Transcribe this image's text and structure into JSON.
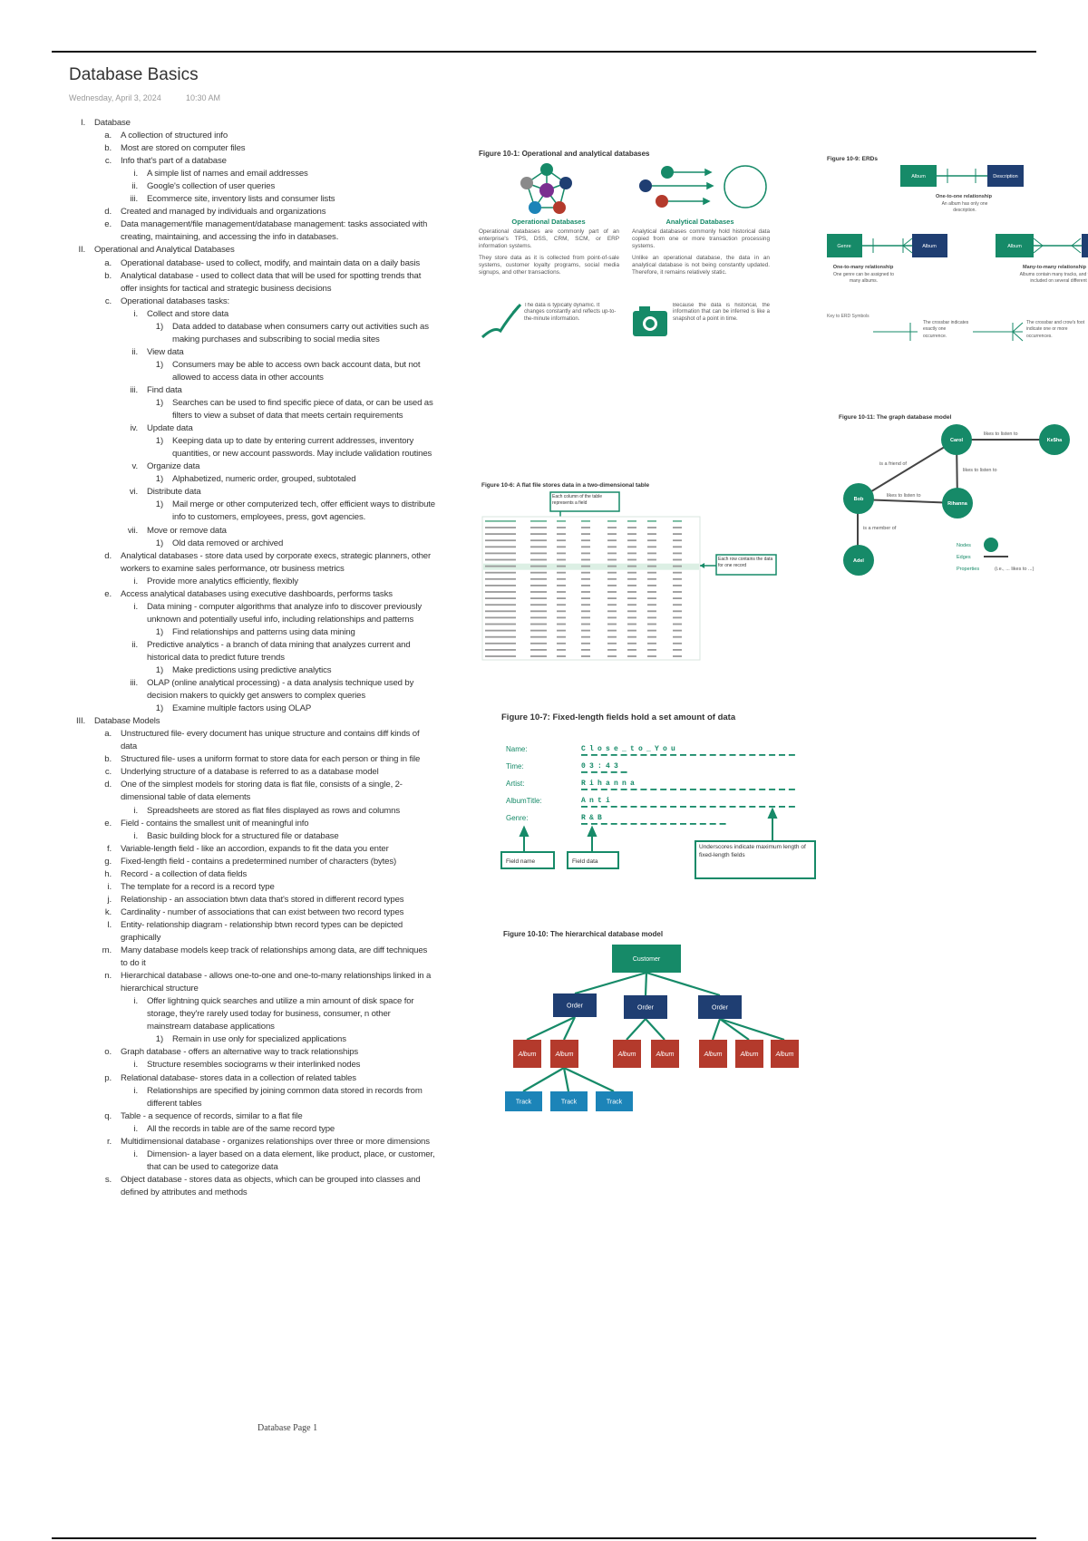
{
  "page": {
    "title": "Database Basics",
    "date": "Wednesday, April 3, 2024",
    "time": "10:30 AM",
    "footer": "Database Page 1"
  },
  "outline": [
    {
      "m": "I.",
      "l": 0,
      "t": "Database"
    },
    {
      "m": "a.",
      "l": 1,
      "t": "A collection of structured info"
    },
    {
      "m": "b.",
      "l": 1,
      "t": "Most are stored on computer files"
    },
    {
      "m": "c.",
      "l": 1,
      "t": "Info that's part of a database"
    },
    {
      "m": "i.",
      "l": 2,
      "t": "A simple list of names and email addresses"
    },
    {
      "m": "ii.",
      "l": 2,
      "t": "Google's collection of user queries"
    },
    {
      "m": "iii.",
      "l": 2,
      "t": "Ecommerce site, inventory lists and consumer lists"
    },
    {
      "m": "d.",
      "l": 1,
      "t": "Created and managed by individuals and organizations"
    },
    {
      "m": "e.",
      "l": 1,
      "t": "Data management/file management/database management: tasks associated with creating, maintaining, and accessing the info in databases."
    },
    {
      "m": "II.",
      "l": 0,
      "t": "Operational and Analytical Databases"
    },
    {
      "m": "a.",
      "l": 1,
      "t": "Operational database- used to collect, modify, and maintain data on a daily basis"
    },
    {
      "m": "b.",
      "l": 1,
      "t": "Analytical database - used to collect data that will be used for spotting trends that offer insights for tactical and strategic business decisions"
    },
    {
      "m": "c.",
      "l": 1,
      "t": "Operational databases tasks:"
    },
    {
      "m": "i.",
      "l": 2,
      "t": "Collect and store data"
    },
    {
      "m": "1)",
      "l": 3,
      "t": "Data added to database when consumers carry out activities such as making purchases and subscribing to social media sites"
    },
    {
      "m": "ii.",
      "l": 2,
      "t": "View data"
    },
    {
      "m": "1)",
      "l": 3,
      "t": "Consumers may be able to access own back account data, but not allowed to access data in other accounts"
    },
    {
      "m": "iii.",
      "l": 2,
      "t": "Find data"
    },
    {
      "m": "1)",
      "l": 3,
      "t": "Searches can be used to find specific piece of data, or can be used as filters to view a subset of data that meets certain requirements"
    },
    {
      "m": "iv.",
      "l": 2,
      "t": "Update data"
    },
    {
      "m": "1)",
      "l": 3,
      "t": "Keeping data up to date by entering current addresses, inventory quantities, or new account passwords. May include validation routines"
    },
    {
      "m": "v.",
      "l": 2,
      "t": "Organize data"
    },
    {
      "m": "1)",
      "l": 3,
      "t": "Alphabetized, numeric order, grouped, subtotaled"
    },
    {
      "m": "vi.",
      "l": 2,
      "t": "Distribute data"
    },
    {
      "m": "1)",
      "l": 3,
      "t": "Mail merge or other computerized tech, offer efficient ways to distribute info to customers, employees, press, govt agencies."
    },
    {
      "m": "vii.",
      "l": 2,
      "t": "Move or remove data"
    },
    {
      "m": "1)",
      "l": 3,
      "t": "Old data removed or archived"
    },
    {
      "m": "d.",
      "l": 1,
      "t": "Analytical databases - store data used by corporate execs, strategic planners, other workers to examine sales performance, otr business metrics"
    },
    {
      "m": "i.",
      "l": 2,
      "t": "Provide more analytics efficiently, flexibly"
    },
    {
      "m": "e.",
      "l": 1,
      "t": "Access analytical databases using executive dashboards, performs tasks"
    },
    {
      "m": "i.",
      "l": 2,
      "t": "Data mining - computer algorithms that analyze info to discover previously unknown and potentially useful info, including relationships and patterns"
    },
    {
      "m": "1)",
      "l": 3,
      "t": "Find relationships and patterns using data mining"
    },
    {
      "m": "ii.",
      "l": 2,
      "t": "Predictive analytics - a branch of data mining that analyzes current and historical data to predict future trends"
    },
    {
      "m": "1)",
      "l": 3,
      "t": "Make predictions using predictive analytics"
    },
    {
      "m": "iii.",
      "l": 2,
      "t": "OLAP (online analytical processing) - a data analysis technique used by decision makers to quickly get answers to complex queries"
    },
    {
      "m": "1)",
      "l": 3,
      "t": "Examine multiple factors using OLAP"
    },
    {
      "m": "III.",
      "l": 0,
      "t": "Database Models"
    },
    {
      "m": "a.",
      "l": 1,
      "t": "Unstructured file- every document has unique structure and contains diff kinds of data"
    },
    {
      "m": "b.",
      "l": 1,
      "t": "Structured file- uses a uniform format to store data for each person or thing in file"
    },
    {
      "m": "c.",
      "l": 1,
      "t": "Underlying structure of a database is referred to as a database model"
    },
    {
      "m": "d.",
      "l": 1,
      "t": "One of the simplest models for storing data is flat file, consists of a single, 2-dimensional table of data elements"
    },
    {
      "m": "i.",
      "l": 2,
      "t": "Spreadsheets are stored as flat files displayed as rows and columns"
    },
    {
      "m": "e.",
      "l": 1,
      "t": "Field - contains the smallest unit of meaningful info"
    },
    {
      "m": "i.",
      "l": 2,
      "t": "Basic building block for a structured file or database"
    },
    {
      "m": "f.",
      "l": 1,
      "t": "Variable-length field - like an accordion, expands to fit the data you enter"
    },
    {
      "m": "g.",
      "l": 1,
      "t": "Fixed-length field - contains a predetermined number of characters (bytes)"
    },
    {
      "m": "h.",
      "l": 1,
      "t": "Record - a collection of data fields"
    },
    {
      "m": "i.",
      "l": 1,
      "t": "The template for a record is a record type"
    },
    {
      "m": "j.",
      "l": 1,
      "t": "Relationship - an association btwn data that's stored in different record types"
    },
    {
      "m": "k.",
      "l": 1,
      "t": "Cardinality - number of associations that can exist between two record types"
    },
    {
      "m": "l.",
      "l": 1,
      "t": "Entity- relationship diagram - relationship btwn record types can be depicted graphically"
    },
    {
      "m": "m.",
      "l": 1,
      "t": "Many database models keep track of relationships among data, are diff techniques to do it"
    },
    {
      "m": "n.",
      "l": 1,
      "t": "Hierarchical database - allows one-to-one and one-to-many relationships linked in a hierarchical structure"
    },
    {
      "m": "i.",
      "l": 2,
      "t": "Offer lightning quick searches and utilize a min amount of disk space for storage, they're rarely used today for business, consumer, n other mainstream database applications"
    },
    {
      "m": "1)",
      "l": 3,
      "t": "Remain in use only for specialized applications"
    },
    {
      "m": "o.",
      "l": 1,
      "t": "Graph database - offers an alternative way to track relationships"
    },
    {
      "m": "i.",
      "l": 2,
      "t": "Structure resembles sociograms w their interlinked nodes"
    },
    {
      "m": "p.",
      "l": 1,
      "t": "Relational database- stores data in a collection of related tables"
    },
    {
      "m": "i.",
      "l": 2,
      "t": "Relationships are specified by joining common data stored in records from different tables"
    },
    {
      "m": "q.",
      "l": 1,
      "t": "Table - a sequence of records, similar to a flat file"
    },
    {
      "m": "i.",
      "l": 2,
      "t": "All the records in table are of the same record type"
    },
    {
      "m": "r.",
      "l": 1,
      "t": "Multidimensional database - organizes relationships over three or more dimensions"
    },
    {
      "m": "i.",
      "l": 2,
      "t": "Dimension- a layer based on a data element, like product, place, or customer, that can be used to categorize data"
    },
    {
      "m": "s.",
      "l": 1,
      "t": "Object database - stores data as objects, which can be grouped into classes and defined by attributes and methods"
    }
  ],
  "fig_operational": {
    "title": "Figure 10-1: Operational and analytical databases",
    "op_label": "Operational Databases",
    "op_p1": "Operational databases are commonly part of an enterprise's TPS, DSS, CRM, SCM, or ERP information systems.",
    "op_p2": "They store data as it is collected from point-of-sale systems, customer loyalty programs, social media signups, and other transactions.",
    "op_note": "The data is typically dynamic. It changes constantly and reflects up-to-the-minute information.",
    "an_label": "Analytical Databases",
    "an_p1": "Analytical databases commonly hold historical data copied from one or more transaction processing systems.",
    "an_p2": "Unlike an operational database, the data in an analytical database is not being constantly updated. Therefore, it remains relatively static.",
    "an_note": "Because the data is historical, the information that can be inferred is like a snapshot of a point in time."
  },
  "fig_erd": {
    "title": "Figure 10-9: ERDs",
    "album": "Album",
    "description": "Description",
    "one_to_one": "One-to-one relationship",
    "one_to_one_desc": "An album has only one description.",
    "genre": "Genre",
    "one_to_many": "One-to-many relationship",
    "one_to_many_desc": "One genre can be assigned to many albums.",
    "many_to_many": "Many-to-many relationship",
    "many_to_many_desc": "Albums contain many tracks, and tracks can be included on several different albums.",
    "key_title": "Key to ERD Symbols",
    "key_one": "The crossbar indicates exactly one occurrence.",
    "key_many": "The crossbar and crow's foot indicate one or more occurrences."
  },
  "fig_flat": {
    "title": "Figure 10-6: A flat file stores data in a two-dimensional table",
    "col_callout": "Each column of the table represents a field",
    "row_callout": "Each row contains the data for one record"
  },
  "fig_graph": {
    "title": "Figure 10-11: The graph database model",
    "nodes": [
      "Carol",
      "Ke$ha",
      "Bob",
      "Rihanna",
      "Adel"
    ],
    "edges": [
      "likes to listen to",
      "is a friend of",
      "likes to listen to",
      "likes to listen to",
      "is a member of"
    ],
    "legend_nodes": "Nodes",
    "legend_edges": "Edges",
    "legend_props": "Properties",
    "legend_props_ex": "(i.e., ... likes to ...)"
  },
  "fig_fixed": {
    "title": "Figure 10-7: Fixed-length fields hold a set amount of data",
    "fields": [
      {
        "name": "Name:",
        "value": "Close_to_You",
        "len": 22
      },
      {
        "name": "Time:",
        "value": "03:43",
        "len": 5
      },
      {
        "name": "Artist:",
        "value": "Rihanna",
        "len": 22
      },
      {
        "name": "AlbumTitle:",
        "value": "Anti",
        "len": 22
      },
      {
        "name": "Genre:",
        "value": "R&B",
        "len": 15
      }
    ],
    "field_name": "Field name",
    "field_data": "Field data",
    "underscores": "Underscores indicate maximum length of fixed-length fields"
  },
  "fig_hier": {
    "title": "Figure 10-10: The hierarchical database model",
    "root": "Customer",
    "order": "Order",
    "album": "Album",
    "track": "Track"
  },
  "colors": {
    "green": "#168a68",
    "navy": "#1f3e72",
    "red": "#b43a2c",
    "blue": "#1c84b8",
    "purple": "#7a2f90",
    "gray": "#8a8a8a"
  }
}
